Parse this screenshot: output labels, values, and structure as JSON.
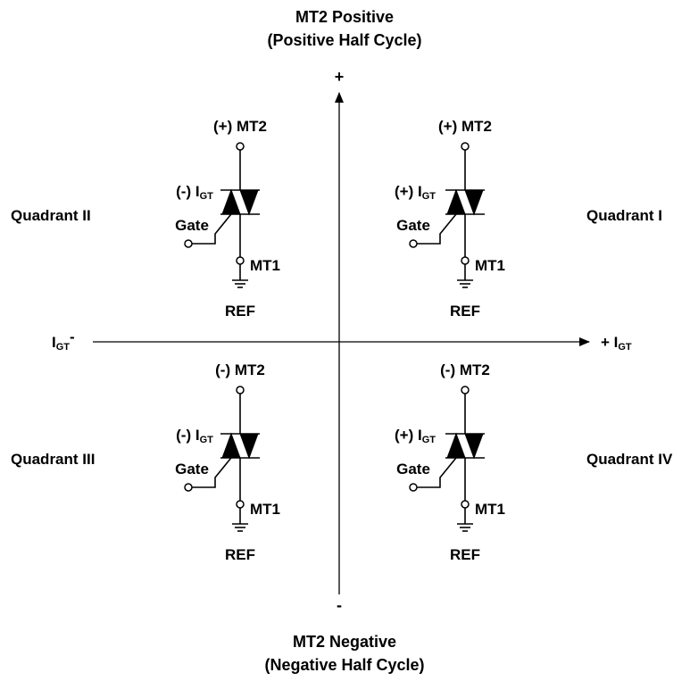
{
  "top_title": "MT2 Positive",
  "top_subtitle": "(Positive Half Cycle)",
  "bottom_title": "MT2 Negative",
  "bottom_subtitle": "(Negative Half Cycle)",
  "axis": {
    "y_positive": "+",
    "y_negative": "-",
    "x_left_main": "I",
    "x_left_sub": "GT",
    "x_left_suffix": "-",
    "x_right_prefix": "+ I",
    "x_right_sub": "GT"
  },
  "quadrants": {
    "q1": {
      "name": "Quadrant I",
      "mt2": "(+) MT2",
      "gate_prefix": "(+) I",
      "gate_sub": "GT",
      "gate": "Gate",
      "mt1": "MT1",
      "ref": "REF"
    },
    "q2": {
      "name": "Quadrant II",
      "mt2": "(+) MT2",
      "gate_prefix": "(-) I",
      "gate_sub": "GT",
      "gate": "Gate",
      "mt1": "MT1",
      "ref": "REF"
    },
    "q3": {
      "name": "Quadrant III",
      "mt2": "(-) MT2",
      "gate_prefix": "(-) I",
      "gate_sub": "GT",
      "gate": "Gate",
      "mt1": "MT1",
      "ref": "REF"
    },
    "q4": {
      "name": "Quadrant IV",
      "mt2": "(-) MT2",
      "gate_prefix": "(+) I",
      "gate_sub": "GT",
      "gate": "Gate",
      "mt1": "MT1",
      "ref": "REF"
    }
  }
}
